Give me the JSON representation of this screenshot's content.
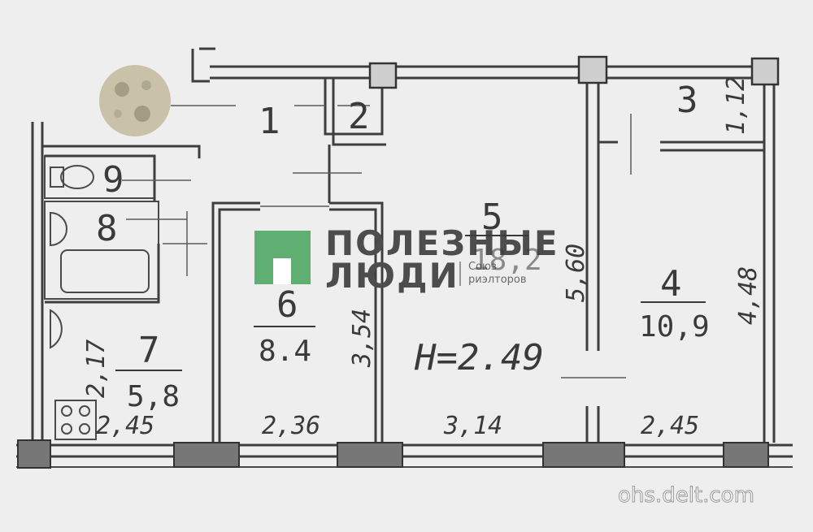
{
  "rooms": [
    {
      "id": "1",
      "number": "1"
    },
    {
      "id": "2",
      "number": "2"
    },
    {
      "id": "3",
      "number": "3",
      "dimension": "1,12"
    },
    {
      "id": "4",
      "number": "4",
      "area": "10,9",
      "dimension_v": "4,48",
      "dimension_h": "2,45"
    },
    {
      "id": "5",
      "number": "5",
      "area": "18,2",
      "dimension_v": "5,60",
      "dimension_h": "3,14"
    },
    {
      "id": "6",
      "number": "6",
      "area": "8.4",
      "dimension_v": "3,54",
      "dimension_h": "2,36"
    },
    {
      "id": "7",
      "number": "7",
      "area": "5,8",
      "dimension_v": "2,17",
      "dimension_h": "2,45"
    },
    {
      "id": "8",
      "number": "8"
    },
    {
      "id": "9",
      "number": "9"
    }
  ],
  "ceiling_height": "H=2.49",
  "logo": {
    "line1": "ПОЛЕЗНЫЕ",
    "line2": "ЛЮДИ",
    "sub1": "Союз",
    "sub2": "риэлторов",
    "color": "#5fae72"
  },
  "watermark": "ohs.delt.com",
  "moon_icon": "moon-icon"
}
